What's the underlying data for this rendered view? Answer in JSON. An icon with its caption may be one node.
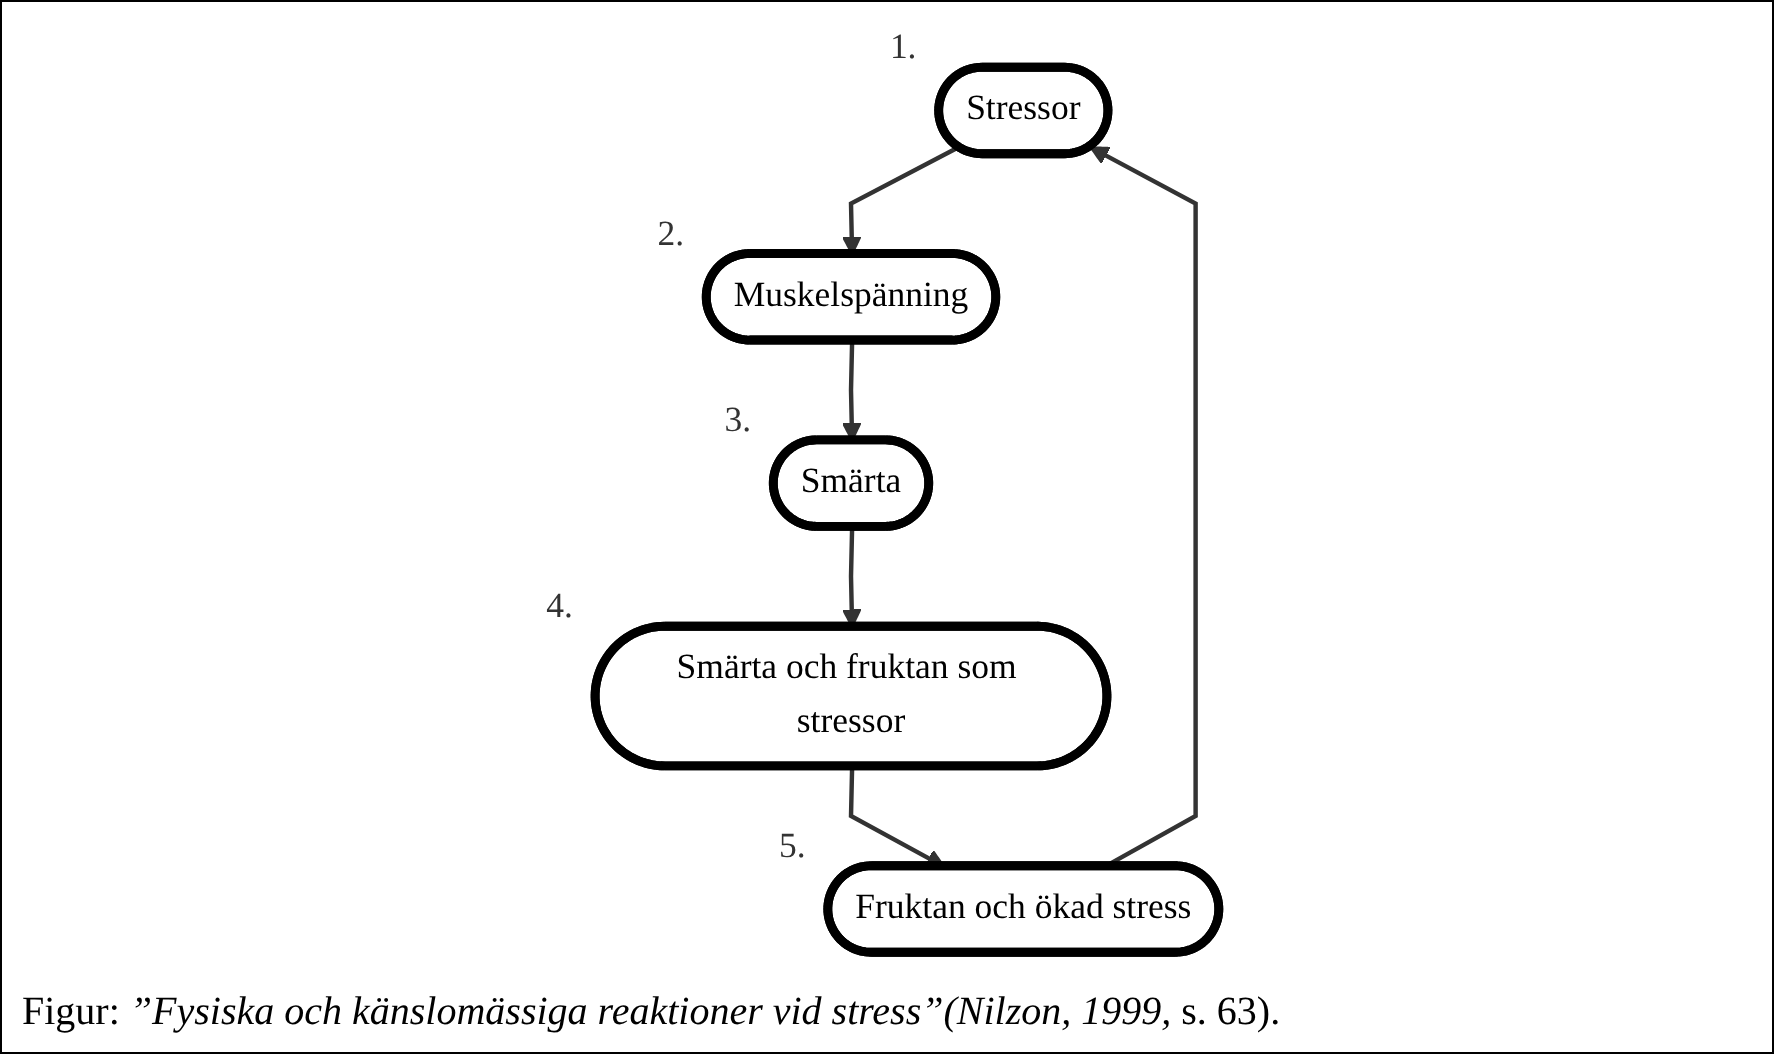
{
  "diagram": {
    "caption": "Figur: *”Fysiska och känslomässiga reaktioner vid stress”(Nilzon, 1999,* s. 63).",
    "nodes": [
      {
        "text": [
          "Stressor"
        ],
        "beside": [
          "1."
        ]
      },
      {
        "text": [
          "Muskelspänning"
        ],
        "beside": [
          "2."
        ]
      },
      {
        "text": [
          "Smärta"
        ],
        "beside": [
          "3."
        ]
      },
      {
        "text": [
          "Smärta och fruktan som stressor"
        ],
        "beside": [
          "4."
        ]
      },
      {
        "text": [
          "Fruktan och ökad stress"
        ],
        "beside": [
          "5."
        ]
      }
    ],
    "edges": [
      {
        "from": 0,
        "to": 1,
        "arrow": "to"
      },
      {
        "from": 1,
        "to": 2,
        "arrow": "to"
      },
      {
        "from": 2,
        "to": 3,
        "arrow": "to"
      },
      {
        "from": 3,
        "to": 4,
        "arrow": "to"
      },
      {
        "from": 4,
        "to": 0,
        "arrow": "to"
      }
    ]
  }
}
